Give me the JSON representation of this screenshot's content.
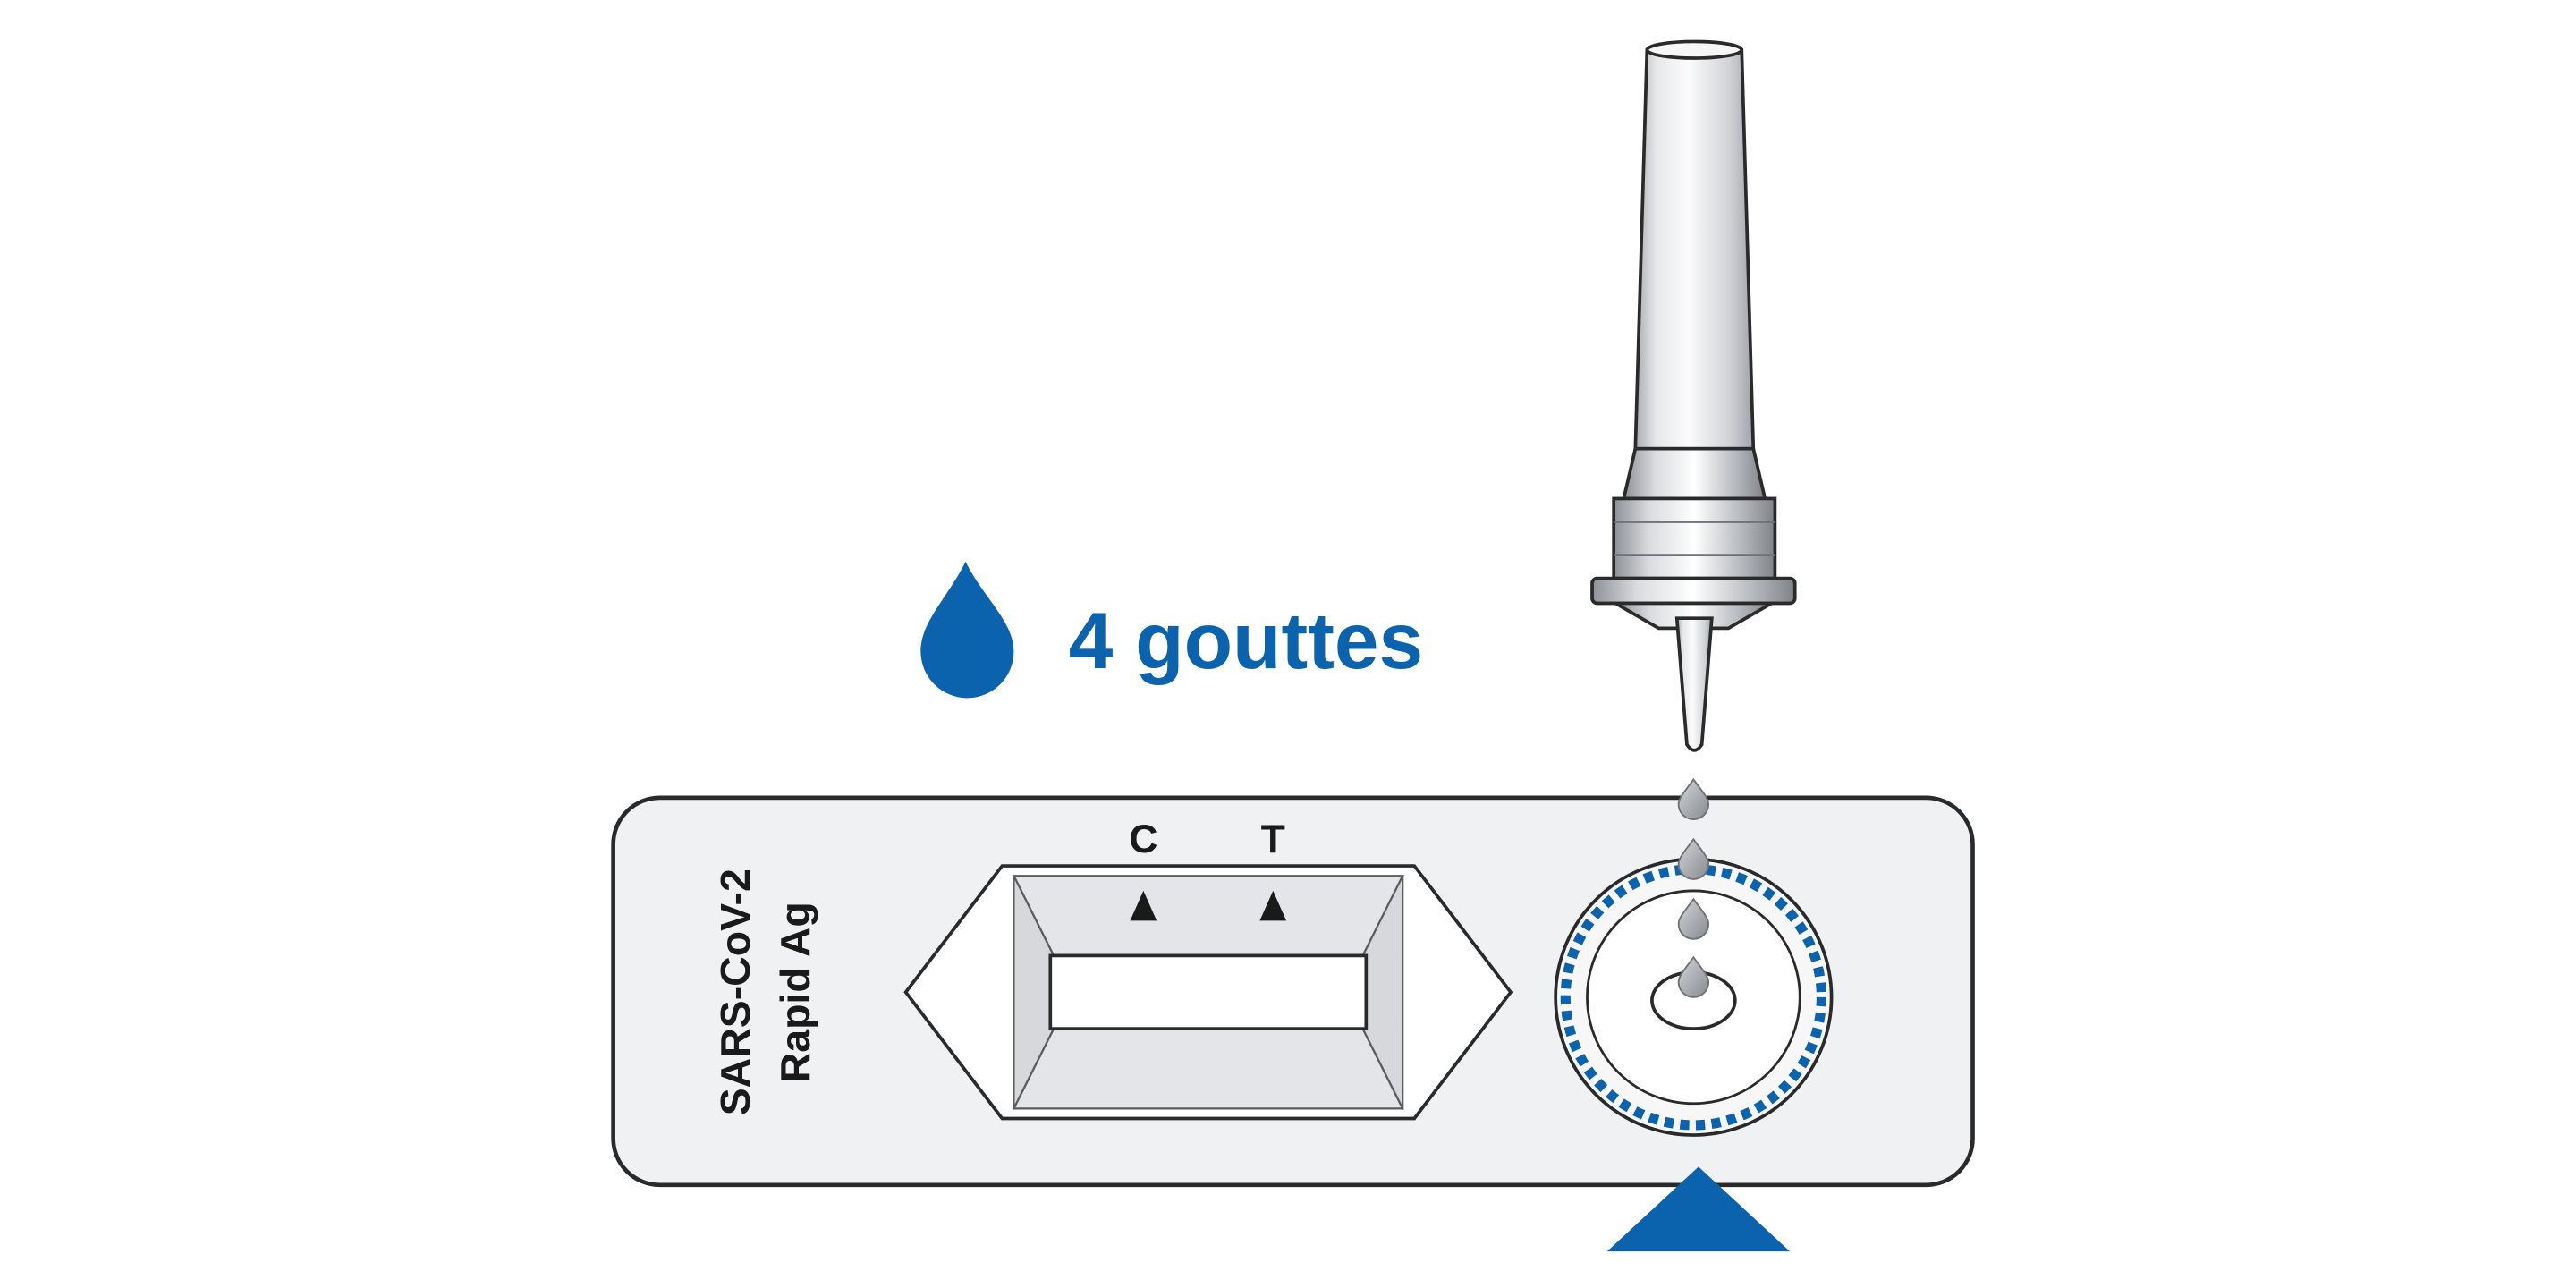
{
  "instruction": {
    "count_text": "4 gouttes",
    "drop_count": 4
  },
  "cassette": {
    "product_line1": "SARS-CoV-2",
    "product_line2": "Rapid Ag",
    "control_mark": "C",
    "test_mark": "T"
  },
  "colors": {
    "accent_blue": "#0b62ad",
    "outline": "#2a2a2a",
    "cassette_fill": "#f0f1f3",
    "drop_grey": "#9c9fa4",
    "white": "#ffffff"
  }
}
